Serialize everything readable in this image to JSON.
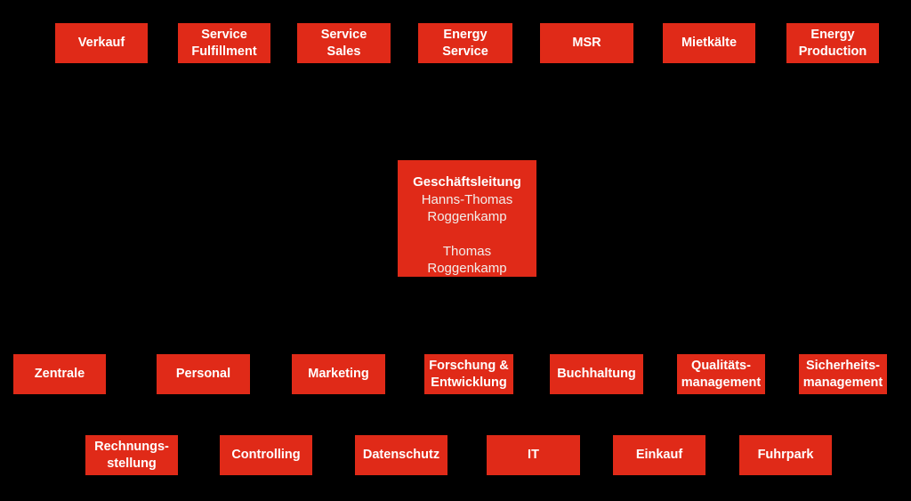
{
  "colors": {
    "background": "#000000",
    "box_red": "#E02A18",
    "label_text": "#FFFFFF",
    "member_text": "#F2EDEA"
  },
  "org_chart": {
    "top_row": [
      {
        "label": "Verkauf"
      },
      {
        "label": "Service\nFulfillment"
      },
      {
        "label": "Service\nSales"
      },
      {
        "label": "Energy\nService"
      },
      {
        "label": "MSR"
      },
      {
        "label": "Mietkälte"
      },
      {
        "label": "Energy\nProduction"
      }
    ],
    "leadership": {
      "title": "Geschäftsleitung",
      "members": [
        "Hanns-Thomas\nRoggenkamp",
        "Thomas\nRoggenkamp"
      ]
    },
    "middle_row": [
      {
        "label": "Zentrale"
      },
      {
        "label": "Personal"
      },
      {
        "label": "Marketing"
      },
      {
        "label": "Forschung &\nEntwicklung"
      },
      {
        "label": "Buchhaltung"
      },
      {
        "label": "Qualitäts-\nmanagement"
      },
      {
        "label": "Sicherheits-\nmanagement"
      }
    ],
    "bottom_row": [
      {
        "label": "Rechnungs-\nstellung"
      },
      {
        "label": "Controlling"
      },
      {
        "label": "Datenschutz"
      },
      {
        "label": "IT"
      },
      {
        "label": "Einkauf"
      },
      {
        "label": "Fuhrpark"
      }
    ]
  }
}
